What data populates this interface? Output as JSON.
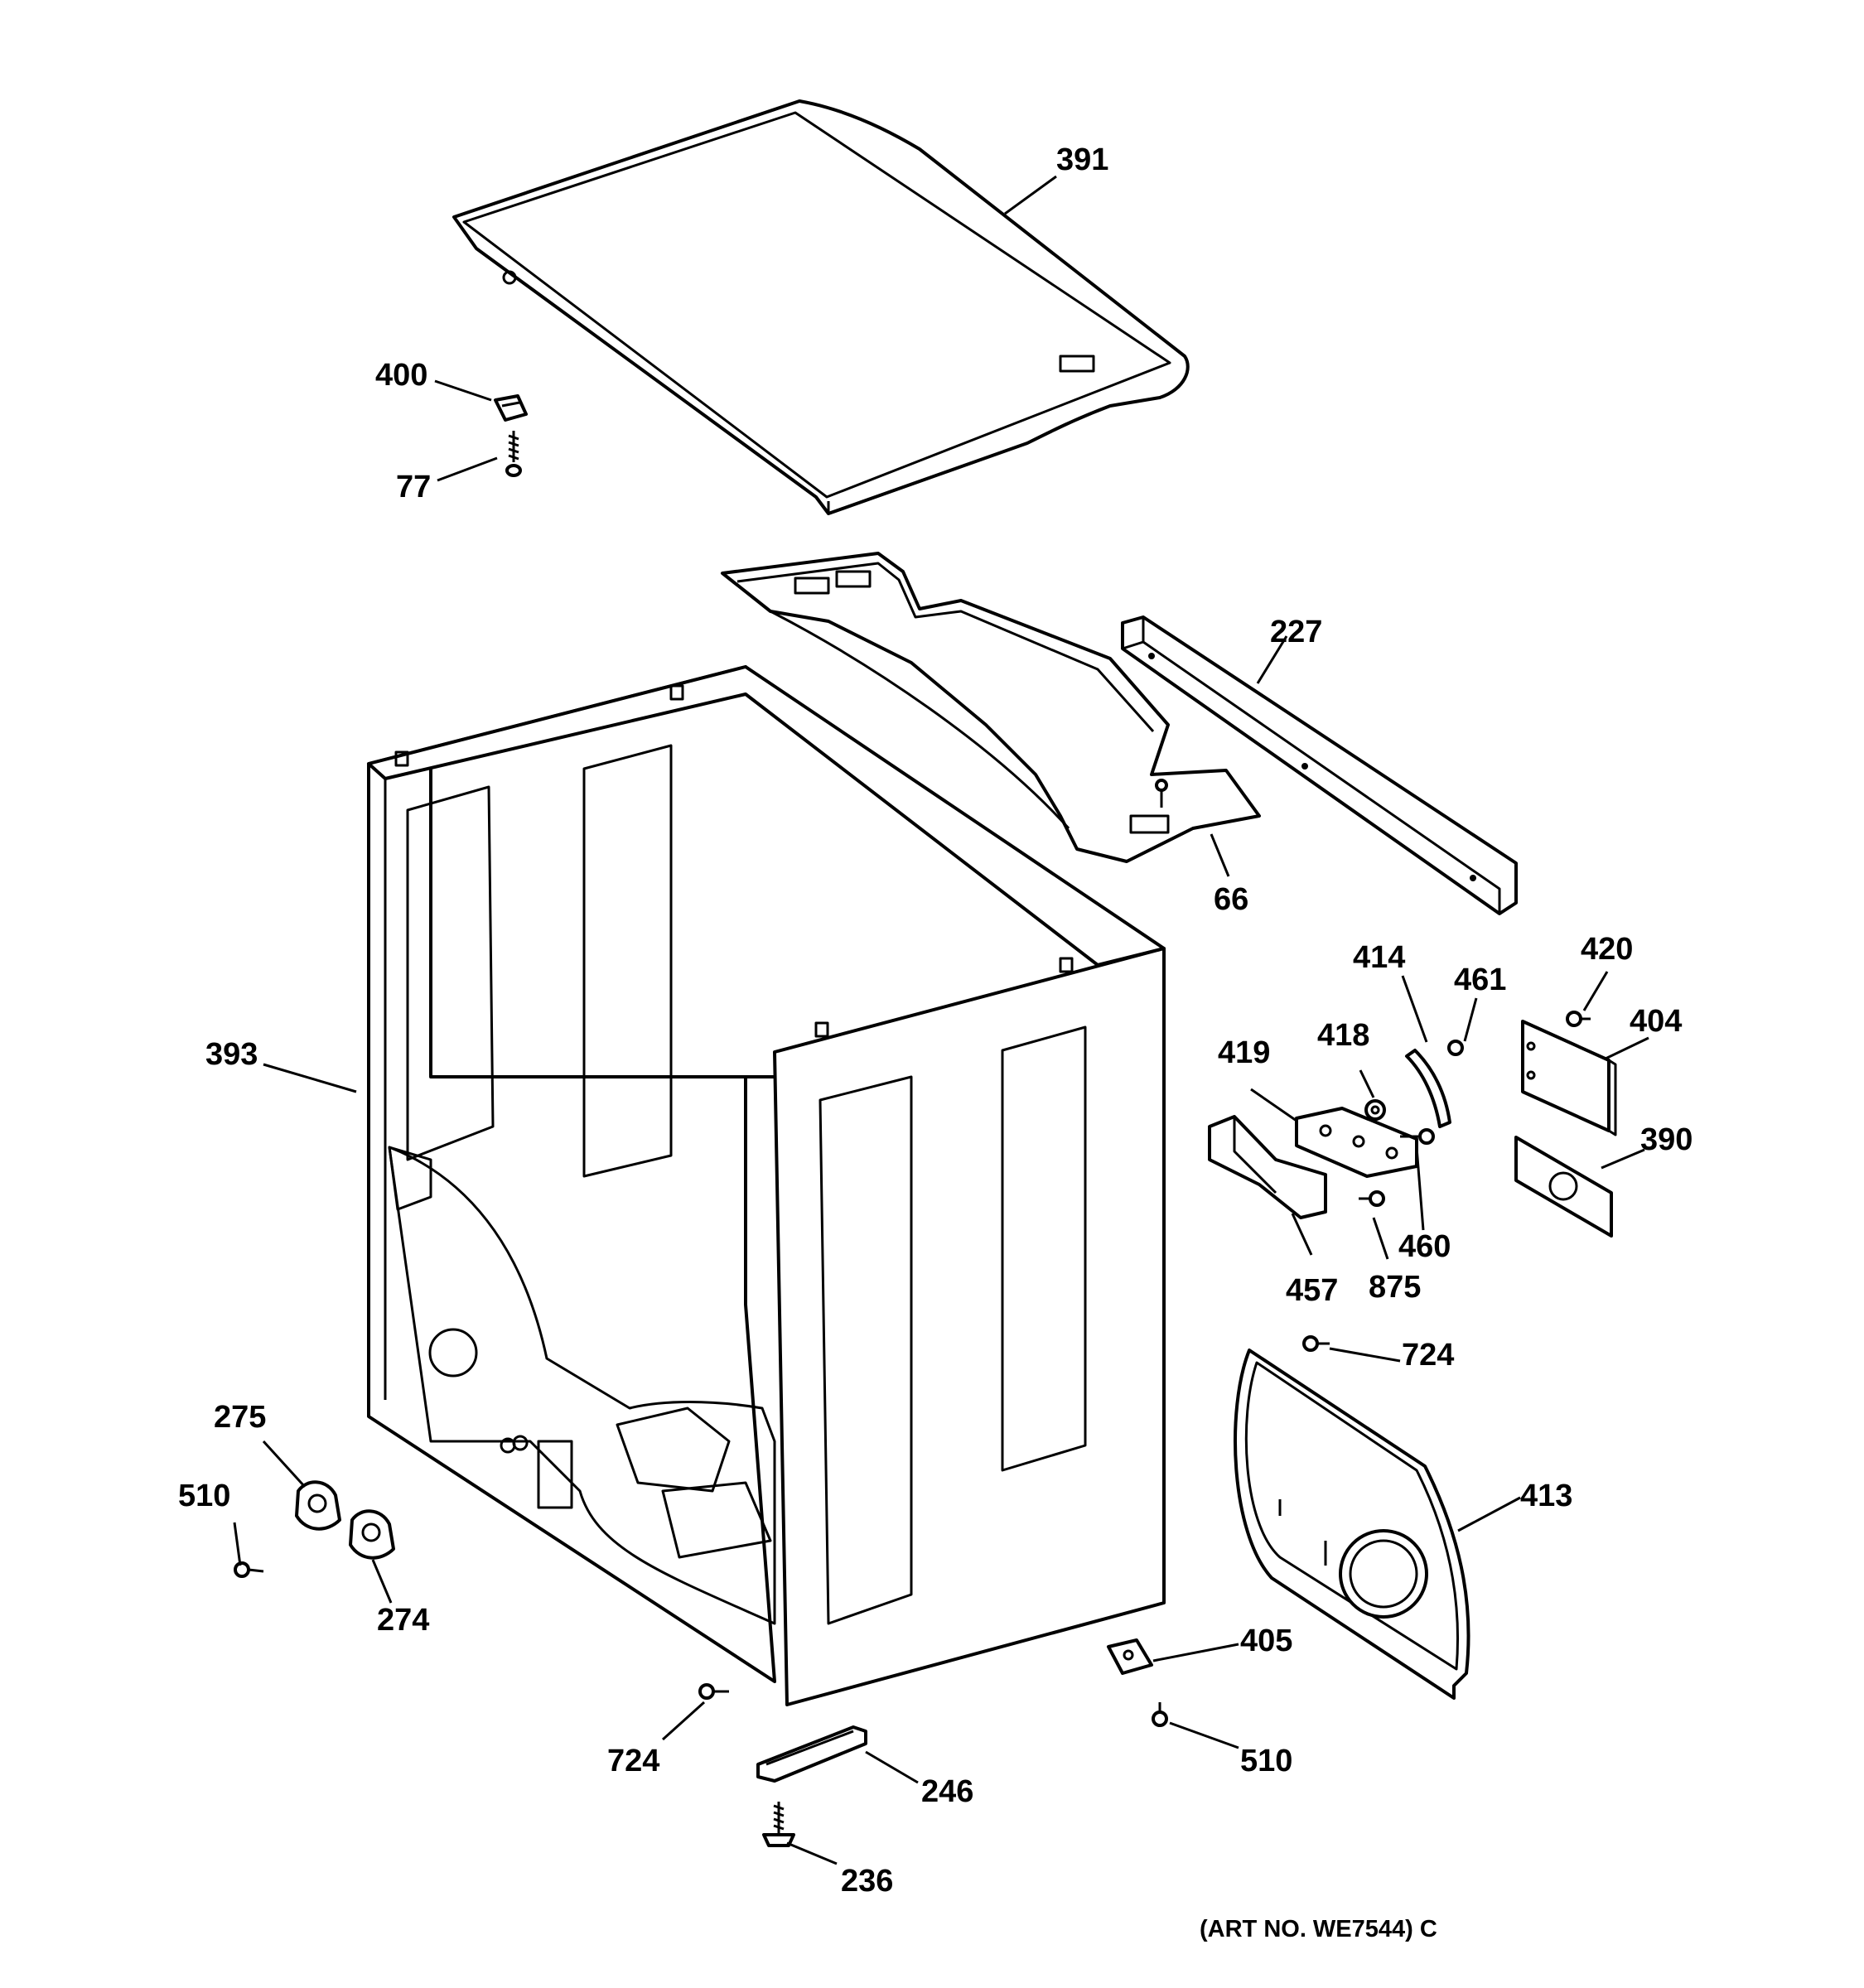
{
  "diagram": {
    "part_labels": {
      "p391": "391",
      "p400": "400",
      "p77": "77",
      "p227": "227",
      "p66": "66",
      "p393": "393",
      "p414": "414",
      "p461": "461",
      "p420": "420",
      "p404": "404",
      "p418": "418",
      "p419": "419",
      "p390": "390",
      "p460": "460",
      "p457": "457",
      "p875": "875",
      "p724_right": "724",
      "p275": "275",
      "p510_left": "510",
      "p274": "274",
      "p413": "413",
      "p405": "405",
      "p724_bottom": "724",
      "p246": "246",
      "p510_bottom": "510",
      "p236": "236"
    },
    "art_number": "(ART NO. WE7544) C"
  }
}
